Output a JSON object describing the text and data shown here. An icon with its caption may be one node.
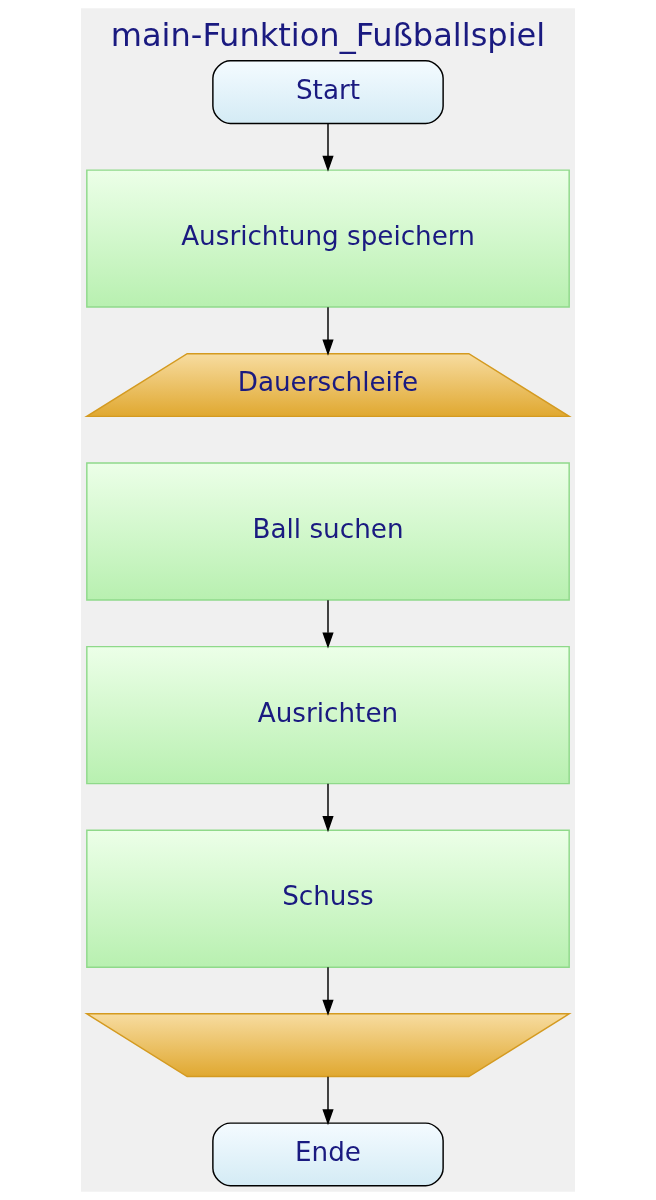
{
  "diagram": {
    "title": "main-Funktion_Fußballspiel",
    "nodes": [
      {
        "text": [
          "Start"
        ]
      },
      {
        "text": [
          "Ausrichtung speichern"
        ]
      },
      {
        "text": [
          "Dauerschleife"
        ]
      },
      {
        "text": [
          "Ball suchen"
        ]
      },
      {
        "text": [
          "Ausrichten"
        ]
      },
      {
        "text": [
          "Schuss"
        ]
      },
      {
        "text": [],
        "shape": "trapezium"
      },
      {
        "text": [
          "Ende"
        ]
      }
    ],
    "edges": [
      {
        "from": 0,
        "to": 1,
        "arrow": "to"
      },
      {
        "from": 1,
        "to": 2,
        "arrow": "to"
      },
      {
        "from": 3,
        "to": 4,
        "arrow": "to"
      },
      {
        "from": 4,
        "to": 5,
        "arrow": "to"
      },
      {
        "from": 5,
        "to": 6,
        "arrow": "to"
      },
      {
        "from": 6,
        "to": 7,
        "arrow": "to"
      }
    ]
  }
}
